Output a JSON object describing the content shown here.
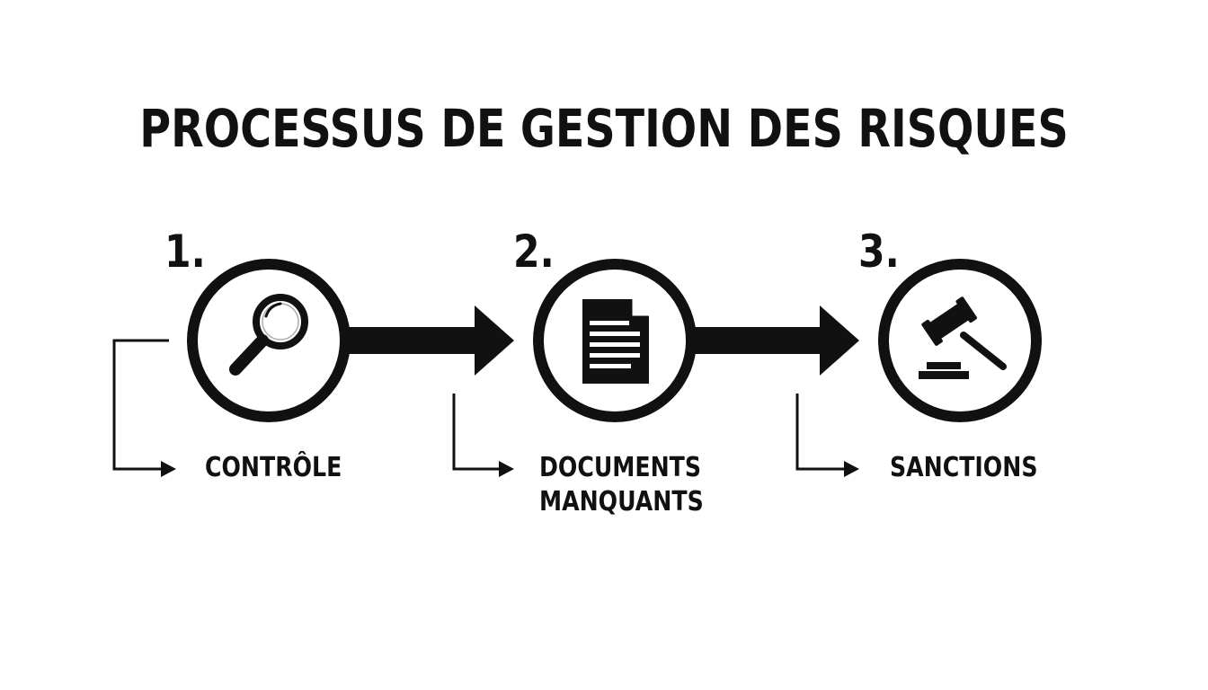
{
  "title": "PROCESSUS DE GESTION DES RISQUES",
  "steps": [
    {
      "number": "1.",
      "label_lines": [
        "CONTRÔLE"
      ],
      "icon": "magnifying-glass-icon"
    },
    {
      "number": "2.",
      "label_lines": [
        "DOCUMENTS",
        "MANQUANTS"
      ],
      "icon": "document-icon"
    },
    {
      "number": "3.",
      "label_lines": [
        "SANCTIONS"
      ],
      "icon": "gavel-icon"
    }
  ],
  "colors": {
    "ink": "#111111",
    "background": "#ffffff"
  }
}
